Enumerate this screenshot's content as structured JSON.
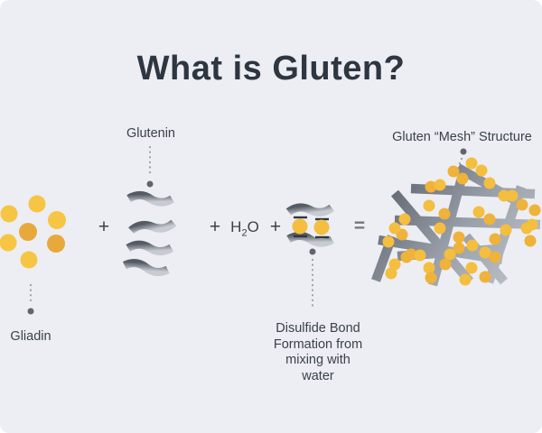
{
  "title": "What is Gluten?",
  "diagram": {
    "gliadin": {
      "label": "Gliadin"
    },
    "glutenin": {
      "label": "Glutenin"
    },
    "water": {
      "h": "H",
      "subscript": "2",
      "o": "O"
    },
    "disulfide": {
      "caption_lines": [
        "Disulfide Bond",
        "Formation from",
        "mixing with",
        "water"
      ]
    },
    "mesh": {
      "label": "Gluten “Mesh” Structure"
    },
    "operators": {
      "plus": "+",
      "equals": "="
    }
  },
  "colors": {
    "background": "#ECEEF3",
    "title_text": "#2E3641",
    "body_text": "#3A414B",
    "equals_text": "#70767F",
    "yellow_light": "#F7C544",
    "yellow_mid": "#F4BE3F",
    "yellow_deep": "#EFB23A",
    "yellow_dark": "#E8A93C",
    "bar_dark": "#545B64",
    "bar_light": "#C8CCD2",
    "dotted_line": "#9BA1A9",
    "dot_end": "#5F656E"
  }
}
